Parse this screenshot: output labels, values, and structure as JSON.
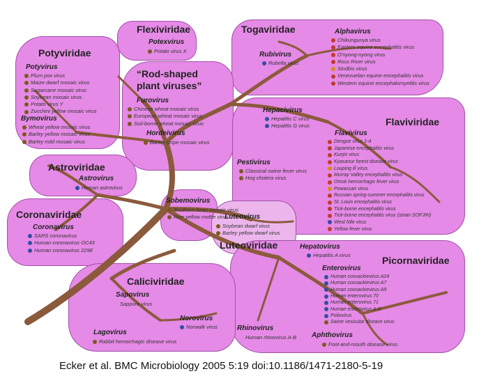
{
  "citation": "Ecker et al. BMC Microbiology 2005 5:19   doi:10.1186/1471-2180-5-19",
  "families": {
    "flexiviridae": {
      "name": "Flexiviridae",
      "genus": "Potexvirus",
      "viruses": [
        "Potato virus X"
      ]
    },
    "togaviridae": {
      "name": "Togaviridae",
      "genus_alpha": "Alphavirus",
      "alpha_viruses": [
        "Chikungunya virus",
        "Eastern equine encephalitis virus",
        "O'nyong-nyong virus",
        "Ross River virus",
        "Sindbis virus",
        "Venezuelan equine encephalitis virus",
        "Western equine encephalomyelitis virus"
      ],
      "genus_rubi": "Rubivirus",
      "rubi_viruses": [
        "Rubella virus"
      ]
    },
    "potyviridae": {
      "name": "Potyviridae",
      "genus_poty": "Potyvirus",
      "poty_viruses": [
        "Plum pox virus",
        "Maize dwarf mosaic virus",
        "Sugarcane mosaic virus",
        "Soybean mosaic virus",
        "Potato virus Y",
        "Zucchini yellow mosaic virus"
      ],
      "genus_bymo": "Bymovirus",
      "bymo_viruses": [
        "Wheat yellow mosaic virus",
        "Barley yellow mosaic virus",
        "Barley mild mosaic virus"
      ]
    },
    "rodshaped": {
      "name": "“Rod-shaped plant viruses”",
      "genus_furo": "Furovirus",
      "furo_viruses": [
        "Chinese wheat mosaic virus",
        "European wheat mosaic virus",
        "Soil-borne wheat mosaic virus"
      ],
      "genus_hordei": "Hordeivirus",
      "hordei_viruses": [
        "Barley stripe mosaic virus"
      ]
    },
    "flaviviridae": {
      "name": "Flaviviridae",
      "genus_hepaci": "Hepacivirus",
      "hepaci_viruses": [
        "Hepatitis C virus",
        "Hepatitis G virus"
      ],
      "genus_flavi": "Flavivirus",
      "flavi_viruses": [
        "Dengue virus 1-4",
        "Japanese encephalitis virus",
        "Kunjin virus",
        "Kyasanur forest disease virus",
        "Louping ill virus",
        "Murray Valley encephalitis virus",
        "Omsk hemorrhagic fever virus",
        "Powassan virus",
        "Russian spring-summer encephalitis virus",
        "St. Louis encephalitis virus",
        "Tick-borne encephalitis virus",
        "Tick-borne encephalitis virus (strain SOFJIN)",
        "West Nile virus",
        "Yellow fever virus"
      ],
      "genus_pesti": "Pestivirus",
      "pesti_viruses": [
        "Classical swine fever virus",
        "Hog cholera virus"
      ]
    },
    "astroviridae": {
      "name": "Astroviridae",
      "genus": "Astrovirus",
      "viruses": [
        "Human astrovirus"
      ]
    },
    "coronaviridae": {
      "name": "Coronaviridae",
      "genus": "Coronavirus",
      "viruses": [
        "SARS coronavirus",
        "Human coronavirus OC43",
        "Human coronavirus 229E"
      ]
    },
    "sobemovirus": {
      "genus": "Sobemovirus",
      "viruses": [
        "Southern bean mosaic virus",
        "Rice yellow mottle virus"
      ]
    },
    "luteoviridae": {
      "name": "Luteoviridae",
      "genus": "Luteovirus",
      "viruses": [
        "Soybean dwarf virus",
        "Barley yellow dwarf virus"
      ]
    },
    "picornaviridae": {
      "name": "Picornaviridae",
      "genus_hepato": "Hepatovirus",
      "hepato_viruses": [
        "Hepatitis A virus"
      ],
      "genus_entero": "Enterovirus",
      "entero_viruses": [
        "Human coxsackievirus A24",
        "Human coxsackievirus A7",
        "Human coxsackievirus A9",
        "Human enterovirus 70",
        "Human enterovirus 71",
        "Human enterovirus A-D",
        "Poliovirus",
        "Swine vesicular disease virus"
      ],
      "genus_rhino": "Rhinovirus",
      "rhino_viruses": [
        "Human rhinovirus A-B"
      ],
      "genus_aphtho": "Aphthovirus",
      "aphtho_viruses": [
        "Foot-and-mouth disease virus"
      ]
    },
    "caliciviridae": {
      "name": "Caliciviridae",
      "genus_sapo": "Sapovirus",
      "sapo_viruses": [
        "Sapporo virus"
      ],
      "genus_noro": "Norovirus",
      "noro_viruses": [
        "Norwalk virus"
      ],
      "genus_lago": "Lagovirus",
      "lago_viruses": [
        "Rabbit hemorrhagic disease virus"
      ]
    }
  },
  "colors": {
    "blob": "#e58ae6",
    "blob_border": "#a04fa6",
    "trunk": "#8b5a3c"
  }
}
